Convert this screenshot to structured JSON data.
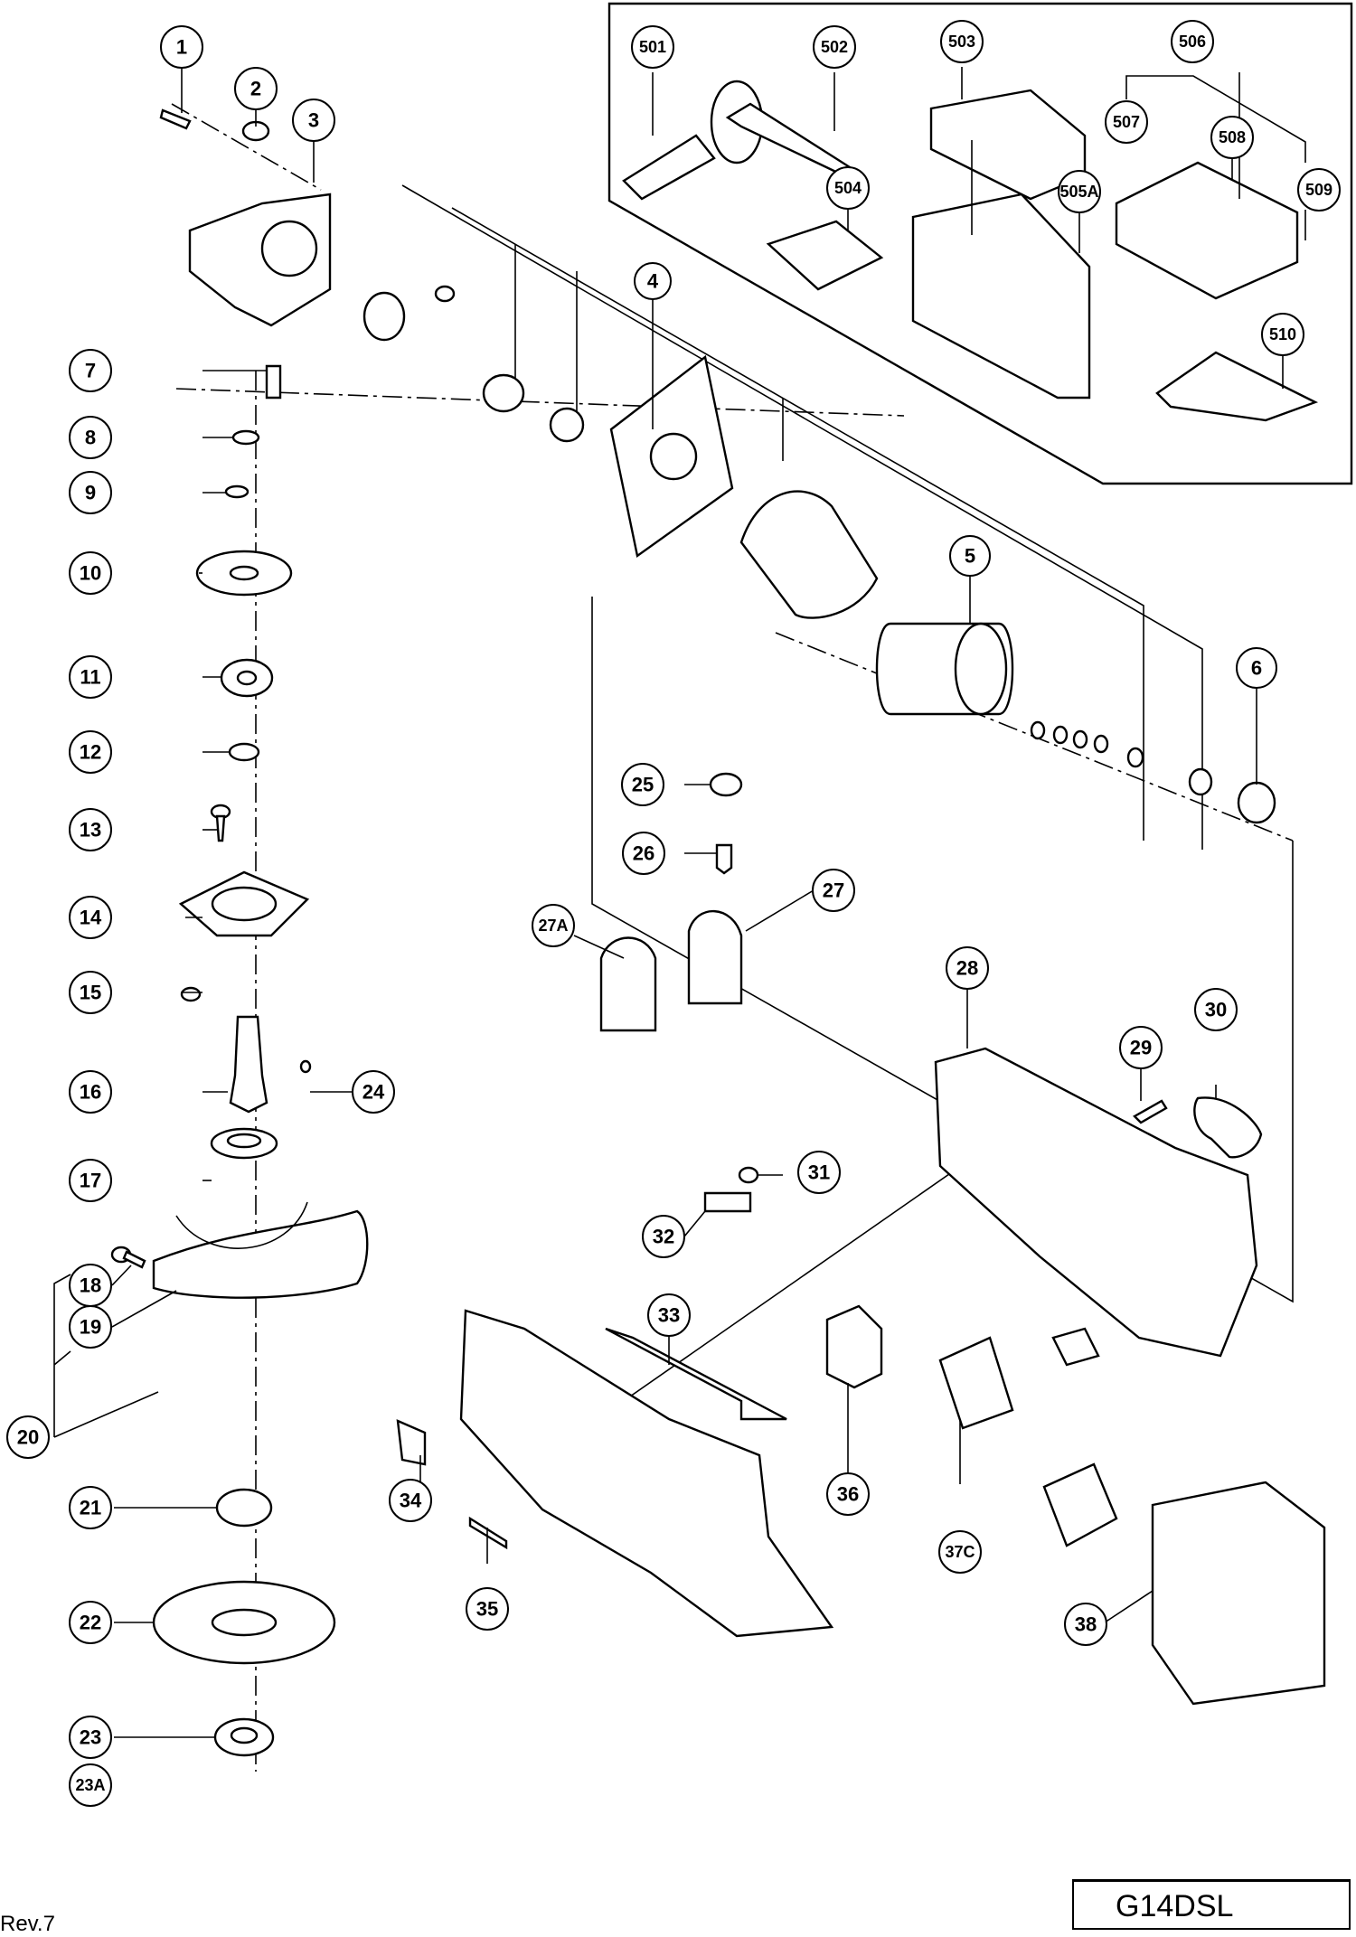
{
  "document": {
    "type": "exploded parts diagram",
    "model": "G14DSL",
    "revision": "Rev.7"
  },
  "callouts": [
    {
      "id": "1"
    },
    {
      "id": "2"
    },
    {
      "id": "3"
    },
    {
      "id": "4"
    },
    {
      "id": "5"
    },
    {
      "id": "6"
    },
    {
      "id": "7"
    },
    {
      "id": "8"
    },
    {
      "id": "9"
    },
    {
      "id": "10"
    },
    {
      "id": "11"
    },
    {
      "id": "12"
    },
    {
      "id": "13"
    },
    {
      "id": "14"
    },
    {
      "id": "15"
    },
    {
      "id": "16"
    },
    {
      "id": "17"
    },
    {
      "id": "18"
    },
    {
      "id": "19"
    },
    {
      "id": "20"
    },
    {
      "id": "21"
    },
    {
      "id": "22"
    },
    {
      "id": "23"
    },
    {
      "id": "23A"
    },
    {
      "id": "24"
    },
    {
      "id": "25"
    },
    {
      "id": "26"
    },
    {
      "id": "27"
    },
    {
      "id": "27A"
    },
    {
      "id": "28"
    },
    {
      "id": "29"
    },
    {
      "id": "30"
    },
    {
      "id": "31"
    },
    {
      "id": "32"
    },
    {
      "id": "33"
    },
    {
      "id": "34"
    },
    {
      "id": "35"
    },
    {
      "id": "36"
    },
    {
      "id": "37C"
    },
    {
      "id": "38"
    },
    {
      "id": "501"
    },
    {
      "id": "502"
    },
    {
      "id": "503"
    },
    {
      "id": "504"
    },
    {
      "id": "505A"
    },
    {
      "id": "506"
    },
    {
      "id": "507"
    },
    {
      "id": "508"
    },
    {
      "id": "509"
    },
    {
      "id": "510"
    }
  ],
  "accessories_group": [
    "501",
    "502",
    "503",
    "504",
    "505A",
    "506",
    "507",
    "508",
    "509",
    "510"
  ]
}
